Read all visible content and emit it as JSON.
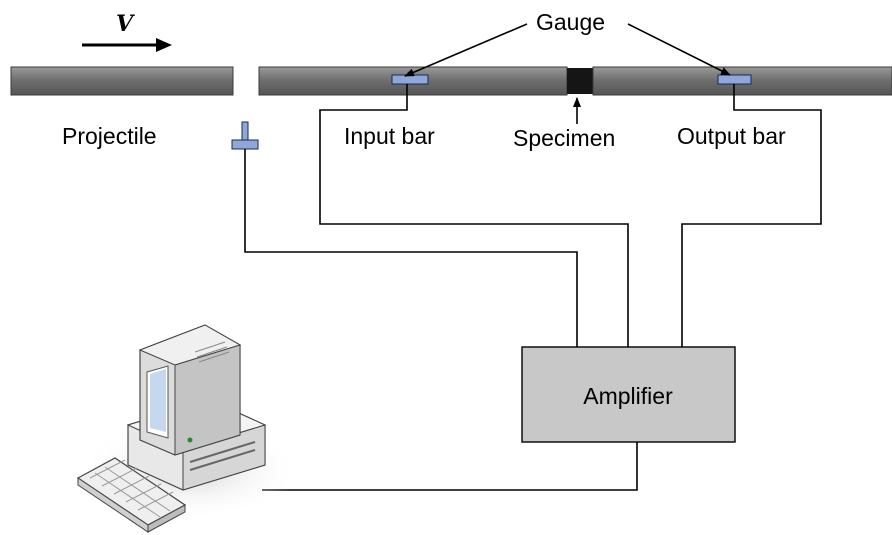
{
  "labels": {
    "velocity": "V",
    "gauge": "Gauge",
    "projectile": "Projectile",
    "input_bar": "Input bar",
    "specimen": "Specimen",
    "output_bar": "Output bar",
    "amplifier": "Amplifier"
  },
  "colors": {
    "bar": "#6b6b6b",
    "gauge": "#8fa8d8",
    "amplifier": "#c8c8c8",
    "specimen": "#151515"
  },
  "icons": [
    "arrow-right-icon",
    "computer-icon",
    "keyboard-icon"
  ]
}
